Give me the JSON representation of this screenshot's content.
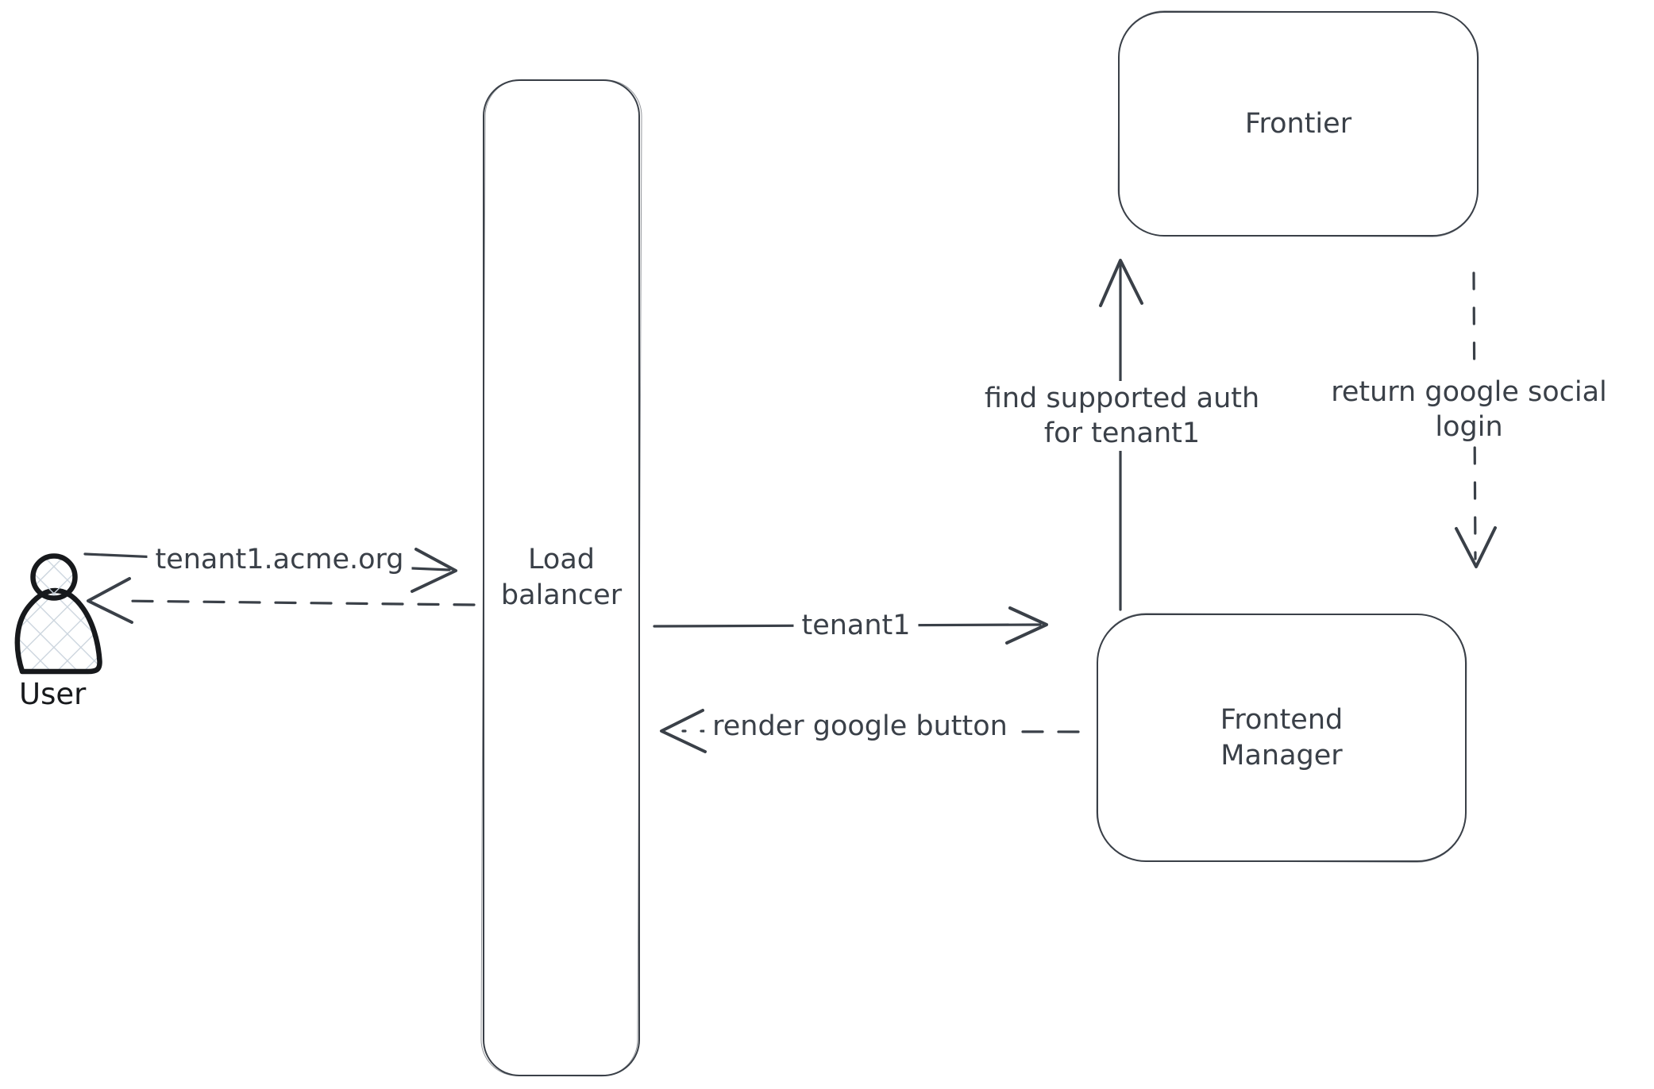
{
  "canvas": {
    "background": "#ffffff",
    "stroke_color": "#3a4048",
    "actor_outline_color": "#17191c",
    "actor_hatch_color": "#ccd5de"
  },
  "nodes": {
    "user": {
      "label": "User",
      "shape": "person-figure"
    },
    "load_balancer": {
      "line1": "Load",
      "line2": "balancer",
      "shape": "rounded-rectangle"
    },
    "frontier": {
      "label": "Frontier",
      "shape": "rounded-rectangle"
    },
    "frontend_manager": {
      "line1": "Frontend",
      "line2": "Manager",
      "shape": "rounded-rectangle"
    }
  },
  "edges": {
    "user_to_load_balancer": {
      "label": "tenant1.acme.org",
      "line_style": "solid",
      "direction": "right"
    },
    "load_balancer_to_user": {
      "line_style": "dashed",
      "direction": "left"
    },
    "load_balancer_to_frontend_manager": {
      "label": "tenant1",
      "line_style": "solid",
      "direction": "right"
    },
    "frontend_manager_to_load_balancer": {
      "label": "render google button",
      "line_style": "dashed",
      "direction": "left"
    },
    "frontend_manager_to_frontier": {
      "line1": "find supported auth",
      "line2": "for tenant1",
      "line_style": "solid",
      "direction": "up"
    },
    "frontier_to_frontend_manager": {
      "line1": "return google social",
      "line2": "login",
      "line_style": "dashed",
      "direction": "down"
    }
  }
}
